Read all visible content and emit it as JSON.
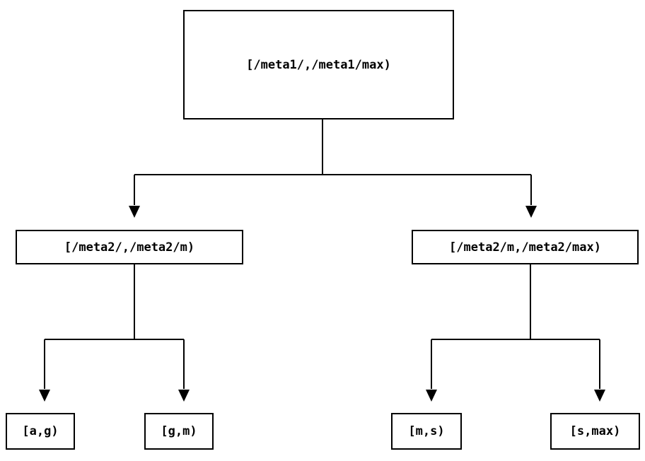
{
  "diagram": {
    "type": "binary-tree",
    "colors": {
      "background": "#ffffff",
      "line": "#000000",
      "text": "#000000",
      "node_fill": "#ffffff"
    },
    "nodes": {
      "root": {
        "label": "[/meta1/,/meta1/max)"
      },
      "left": {
        "label": "[/meta2/,/meta2/m)"
      },
      "right": {
        "label": "[/meta2/m,/meta2/max)"
      },
      "left_left": {
        "label": "[a,g)"
      },
      "left_right": {
        "label": "[g,m)"
      },
      "right_left": {
        "label": "[m,s)"
      },
      "right_right": {
        "label": "[s,max)"
      }
    },
    "edges": [
      {
        "from": "root",
        "to": "left"
      },
      {
        "from": "root",
        "to": "right"
      },
      {
        "from": "left",
        "to": "left_left"
      },
      {
        "from": "left",
        "to": "left_right"
      },
      {
        "from": "right",
        "to": "right_left"
      },
      {
        "from": "right",
        "to": "right_right"
      }
    ]
  }
}
